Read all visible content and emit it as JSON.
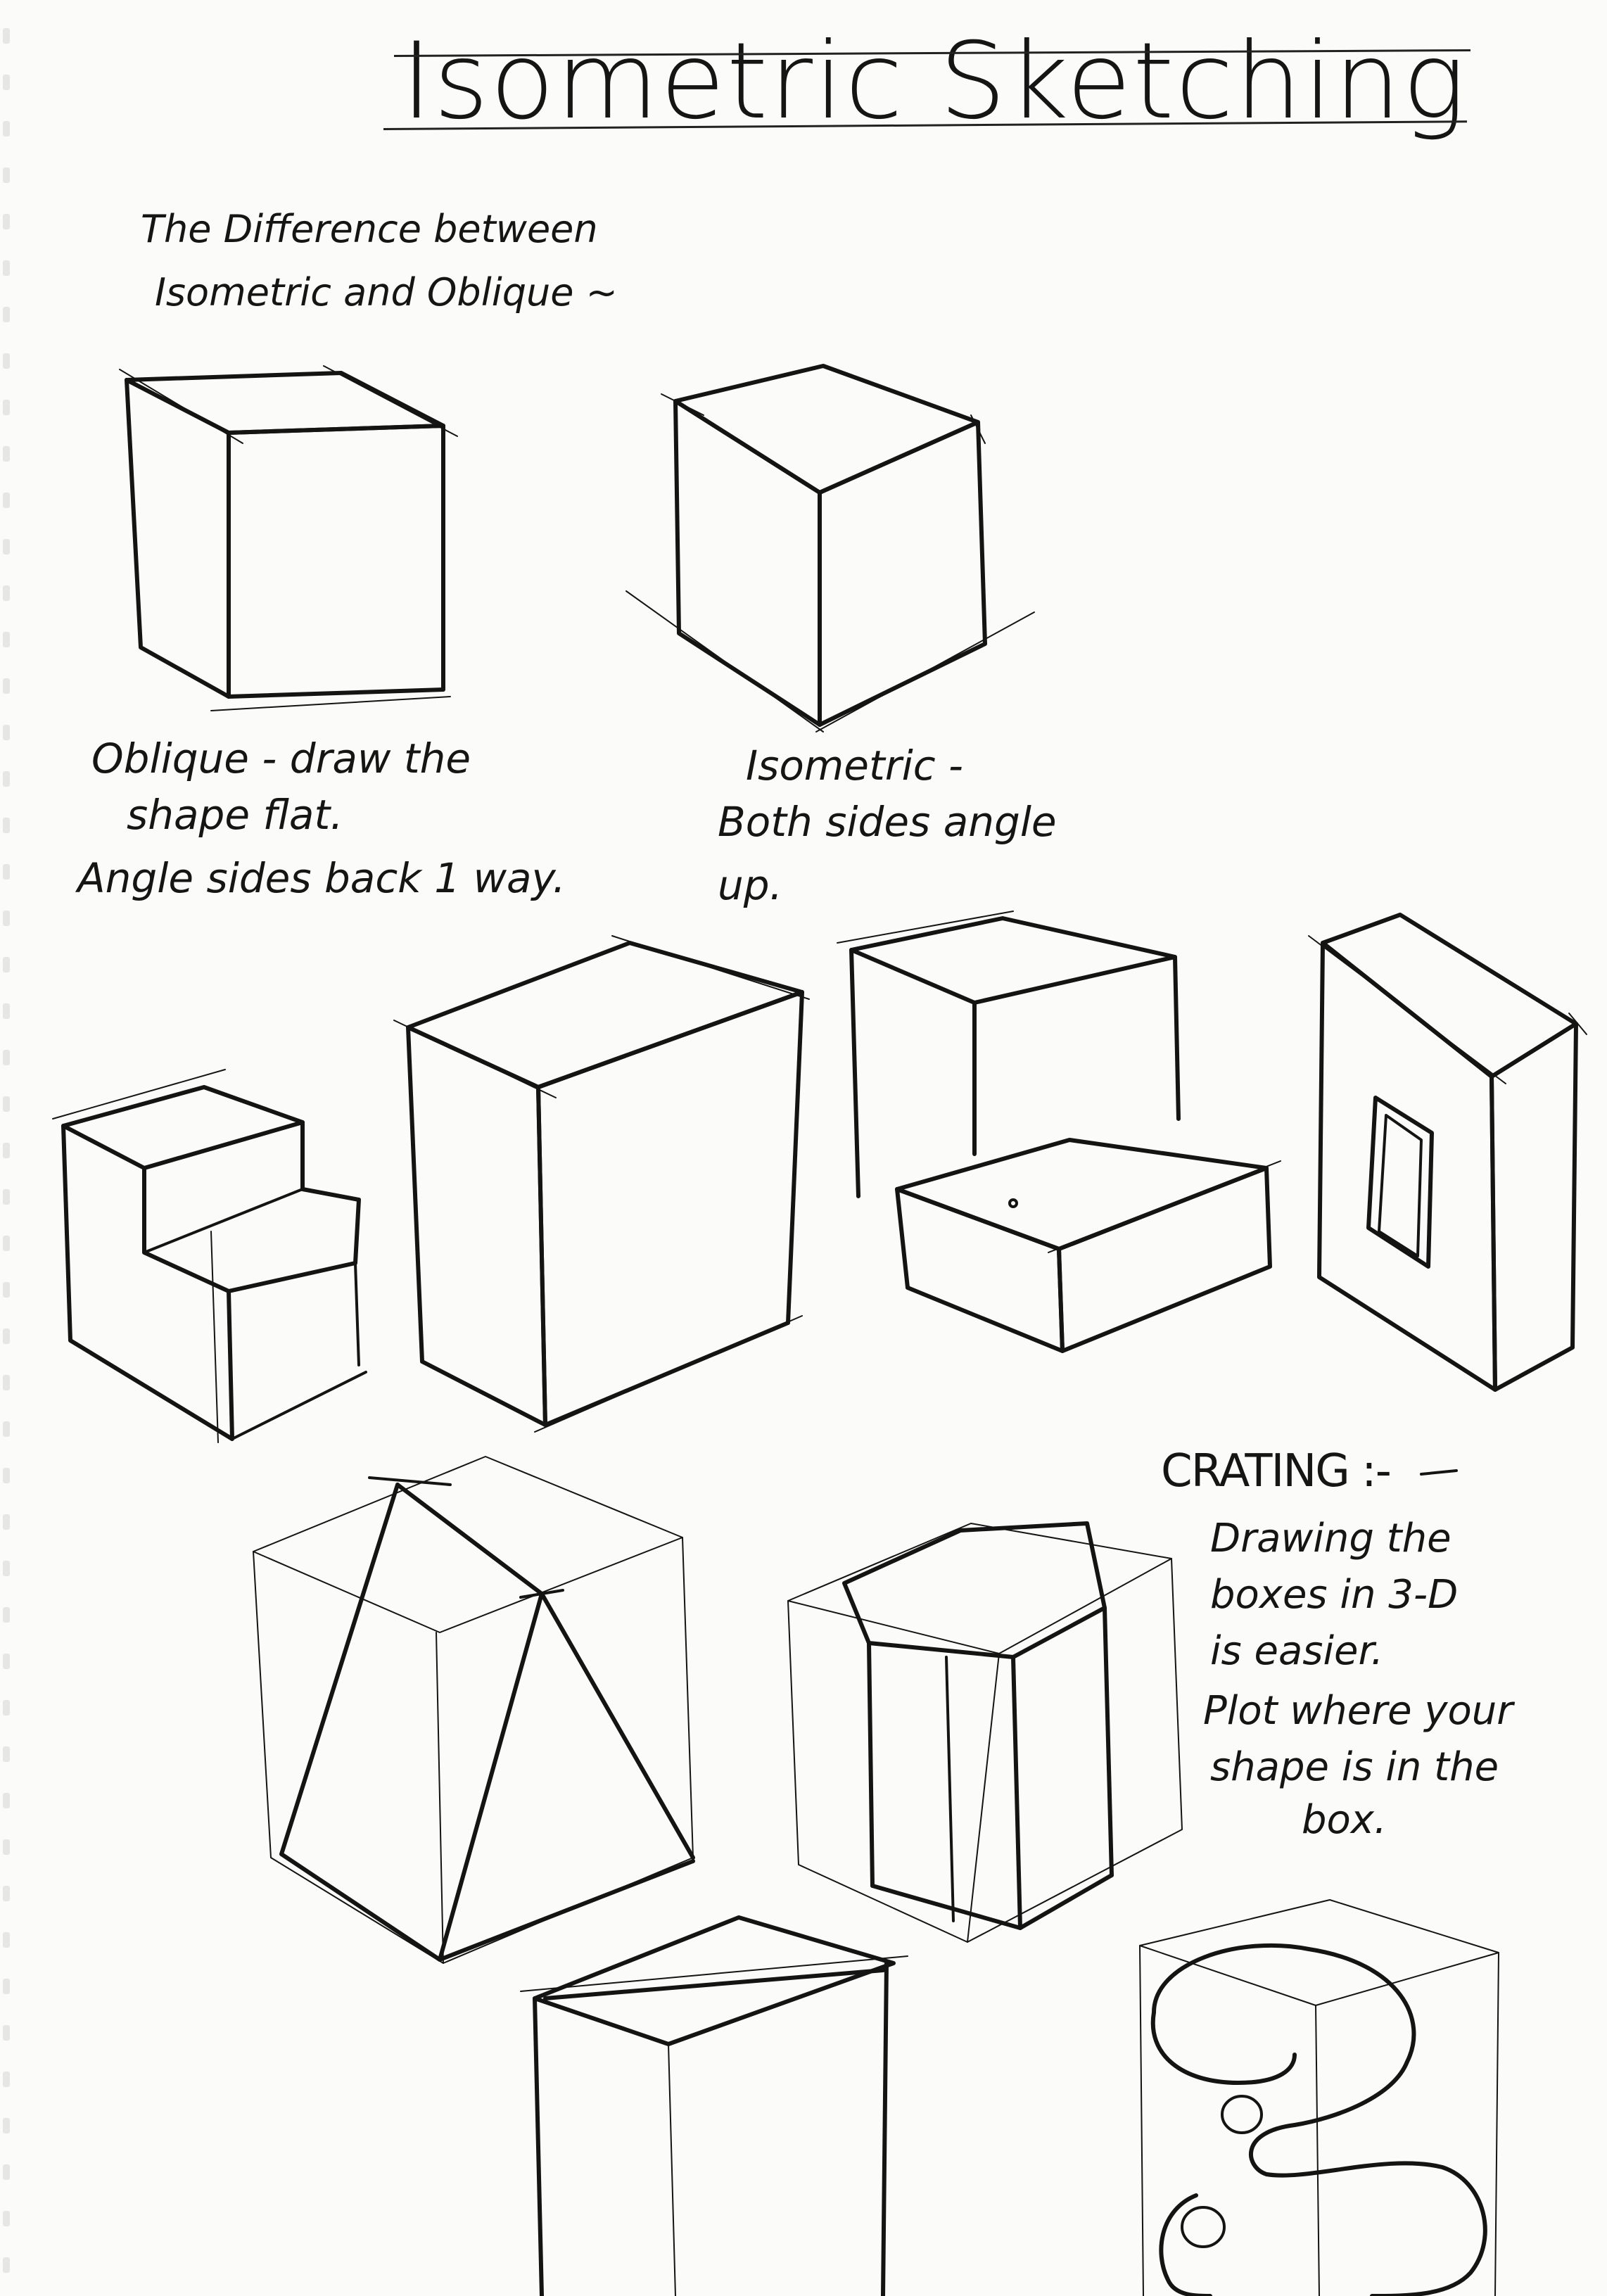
{
  "title": "Isometric Sketching",
  "intro": {
    "line1": "The Difference between",
    "line2": "Isometric and Oblique ~"
  },
  "oblique_caption": {
    "line1": "Oblique - draw the",
    "line2": "shape flat.",
    "line3": "Angle sides back 1 way."
  },
  "isometric_caption": {
    "line1": "Isometric -",
    "line2": "Both sides angle",
    "line3": "up."
  },
  "crating": {
    "heading": "CRATING :-",
    "line1": "Drawing the",
    "line2": "boxes in 3-D",
    "line3": "is easier.",
    "line4": "Plot where your",
    "line5": "shape is in the",
    "line6": "box."
  },
  "sketches": [
    {
      "name": "oblique-cube"
    },
    {
      "name": "isometric-cube"
    },
    {
      "name": "stepped-block"
    },
    {
      "name": "tall-box"
    },
    {
      "name": "two-blocks"
    },
    {
      "name": "frame-block"
    },
    {
      "name": "crated-triangular-prism"
    },
    {
      "name": "crated-hexagonal-prism"
    },
    {
      "name": "crate-box"
    },
    {
      "name": "crated-letter-s"
    }
  ]
}
